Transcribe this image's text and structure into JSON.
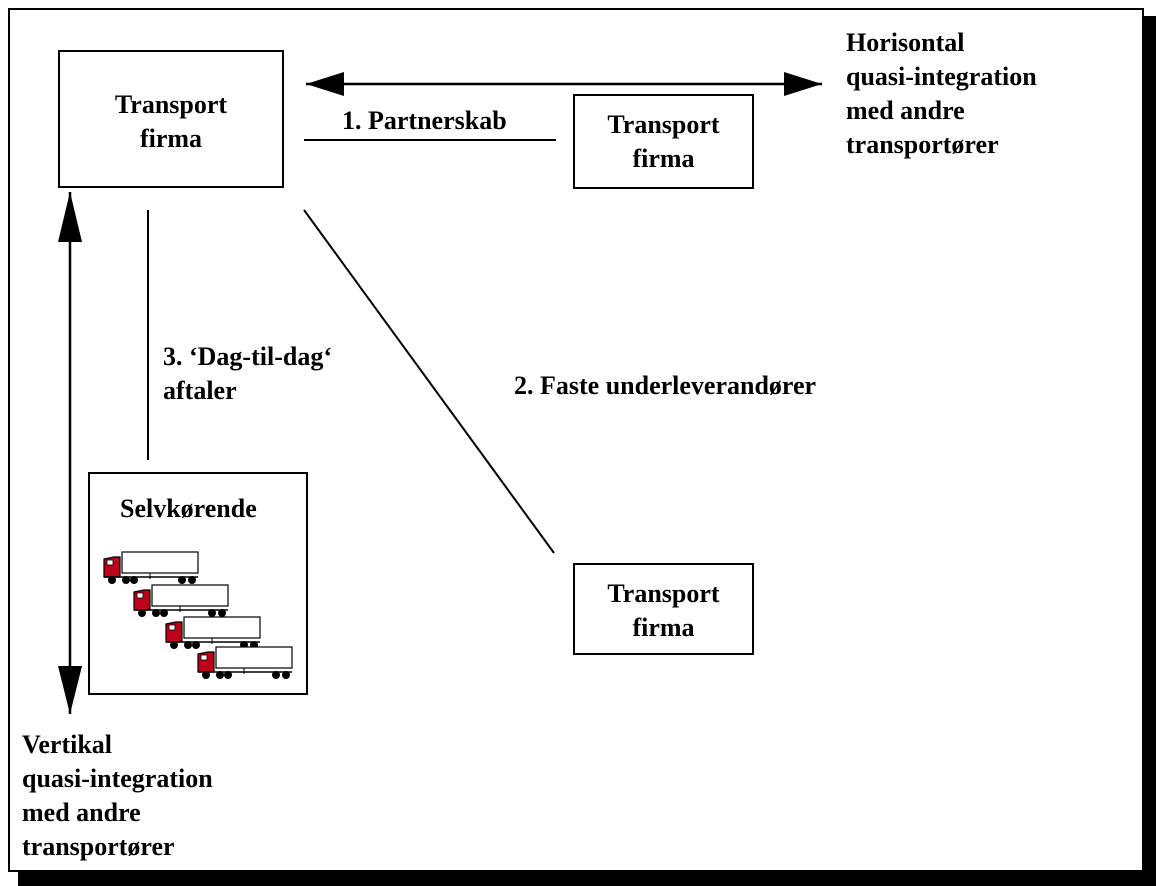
{
  "boxes": {
    "top_left": "Transport\nfirma",
    "top_right": "Transport\nfirma",
    "bottom_right": "Transport\nfirma",
    "self_driving": "Selvkørende"
  },
  "labels": {
    "partnership": "1. Partnerskab",
    "fixed_subcontractors": "2. Faste underleverandører",
    "day_to_day": "3. ‘Dag-til-dag‘\naftaler",
    "horizontal": "Horisontal\nquasi-integration\nmed andre\ntransportører",
    "vertical": "Vertikal\nquasi-integration\nmed andre\ntransportører"
  },
  "icons": {
    "truck": "truck-icon"
  },
  "colors": {
    "truck_cab": "#c0001a",
    "line": "#000000"
  }
}
